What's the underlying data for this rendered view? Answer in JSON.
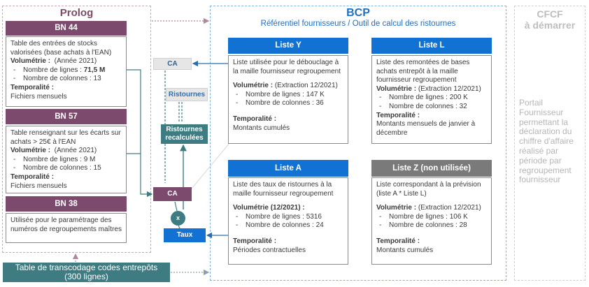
{
  "prolog": {
    "title": "Prolog",
    "bn44": {
      "header": "BN 44",
      "desc": "Table des entrées de stocks valorisées (base achats à l'EAN)",
      "vol_label": "Volumétrie :",
      "vol_note": "(Année 2021)",
      "rows_label": "Nombre de lignes :",
      "rows_value": "71,5 M",
      "cols_label": "Nombre de colonnes :",
      "cols_value": "13",
      "temp_label": "Temporalité :",
      "temp_value": "Fichiers mensuels"
    },
    "bn57": {
      "header": "BN 57",
      "desc": "Table renseignant sur les écarts sur achats > 25€ à l'EAN",
      "vol_label": "Volumétrie :",
      "vol_note": "(Année 2021)",
      "rows_label": "Nombre de lignes :",
      "rows_value": "9 M",
      "cols_label": "Nombre de colonnes :",
      "cols_value": "15",
      "temp_label": "Temporalité :",
      "temp_value": "Fichiers mensuels"
    },
    "bn38": {
      "header": "BN 38",
      "desc": "Utilisée pour le paramétrage des numéros de regroupements maîtres"
    }
  },
  "transco": {
    "line1": "Table de transcodage codes entrepôts",
    "line2": "(300 lignes)"
  },
  "flow": {
    "ca_top": "CA",
    "ristournes": "Ristournes",
    "ristournes_recalc_1": "Ristournes",
    "ristournes_recalc_2": "recalculées",
    "ca_bottom": "CA",
    "multiply": "x",
    "taux": "Taux"
  },
  "bcp": {
    "title": "BCP",
    "subtitle": "Référentiel fournisseurs / Outil de calcul des ristournes",
    "liste_y": {
      "header": "Liste Y",
      "desc": "Liste utilisée pour le débouclage à la maille fournisseur regroupement",
      "vol_label": "Volumétrie :",
      "vol_note": "(Extraction 12/2021)",
      "rows_label": "Nombre de lignes :",
      "rows_value": "147 K",
      "cols_label": "Nombre de colonnes :",
      "cols_value": "36",
      "temp_label": "Temporalité :",
      "temp_value": "Montants cumulés"
    },
    "liste_l": {
      "header": "Liste L",
      "desc": "Liste des remontées de bases achats entrepôt à la maille fournisseur regroupement",
      "vol_label": "Volumétrie :",
      "vol_note": "(Extraction 12/2021)",
      "rows_label": "Nombre de lignes :",
      "rows_value": "200 K",
      "cols_label": "Nombre de colonnes :",
      "cols_value": "32",
      "temp_label": "Temporalité :",
      "temp_value": "Montants mensuels de janvier à décembre"
    },
    "liste_a": {
      "header": "Liste A",
      "desc": "Liste des taux de ristournes à la maille fournisseur regroupement",
      "vol_label": "Volumétrie (12/2021) :",
      "rows_label": "Nombre de lignes :",
      "rows_value": "5316",
      "cols_label": "Nombre de colonnes :",
      "cols_value": "24",
      "temp_label": "Temporalité :",
      "temp_value": "Périodes contractuelles"
    },
    "liste_z": {
      "header": "Liste Z (non utilisée)",
      "desc": "Liste correspondant à la prévision (liste A * Liste L)",
      "vol_label": "Volumétrie :",
      "vol_note": "(Extraction 12/2021)",
      "rows_label": "Nombre de lignes :",
      "rows_value": "106 K",
      "cols_label": "Nombre de colonnes :",
      "cols_value": "28",
      "temp_label": "Temporalité :",
      "temp_value": "Montants cumulés"
    }
  },
  "cfcf": {
    "title1": "CFCF",
    "title2": "à démarrer",
    "text": "Portail Fournisseur permettant la déclaration du chiffre d'affaire réalisé par période par regroupement fournisseur"
  },
  "colors": {
    "prolog_accent": "#7b4a6d",
    "bcp_accent": "#1172d4",
    "teal": "#3f7c82",
    "grey_header": "#7a7a7a"
  }
}
